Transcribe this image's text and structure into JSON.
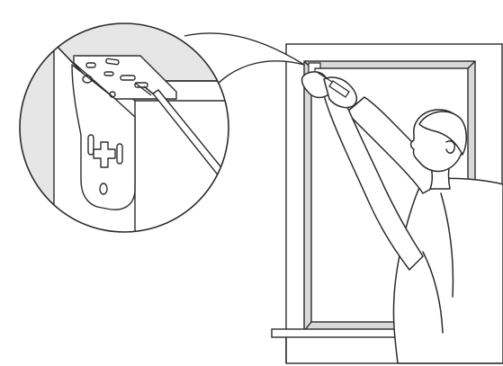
{
  "illustration": {
    "subject": "",
    "colors": {
      "background": "#ffffff",
      "line": "#2b2b2b",
      "window_interior": "#ffffff",
      "window_track": "#d9d9d9",
      "wall_shade": "#e6e6e6",
      "bracket": "#ffffff"
    },
    "icons": [
      "magnifier-callout",
      "window-frame",
      "mounting-bracket",
      "screwdriver",
      "person"
    ]
  }
}
